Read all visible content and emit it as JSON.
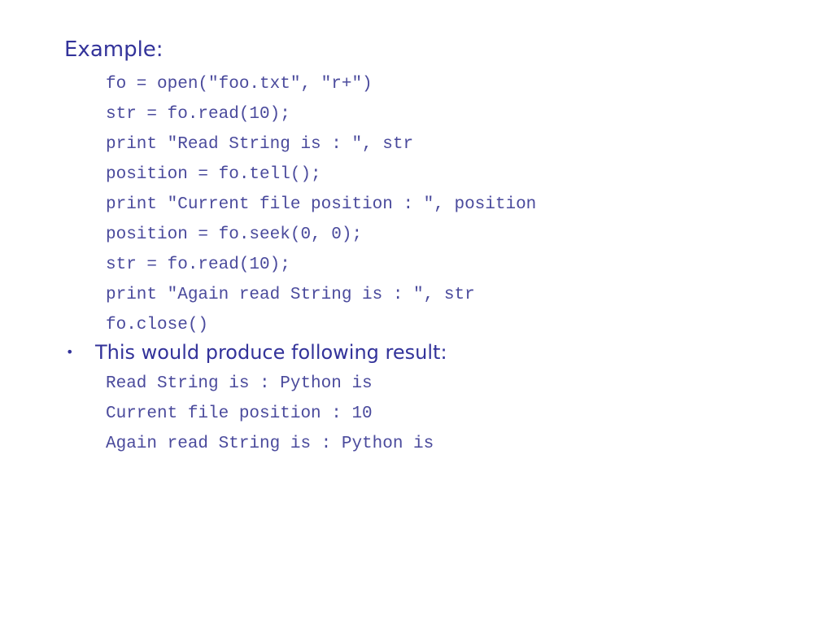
{
  "slide": {
    "heading": "Example:",
    "code_example": [
      "fo = open(\"foo.txt\", \"r+\")",
      "str = fo.read(10);",
      "print \"Read String is : \", str",
      "position = fo.tell();",
      "print \"Current file position : \", position",
      "position = fo.seek(0, 0);",
      "str = fo.read(10);",
      "print \"Again read String is : \", str",
      "fo.close()"
    ],
    "bullet": {
      "marker": "•",
      "text": "This would produce following result:"
    },
    "code_output": [
      "Read String is : Python is",
      "Current file position : 10",
      "Again read String is : Python is"
    ]
  },
  "colors": {
    "heading": "#33339a",
    "code": "#4a4a9c",
    "background": "#ffffff"
  }
}
